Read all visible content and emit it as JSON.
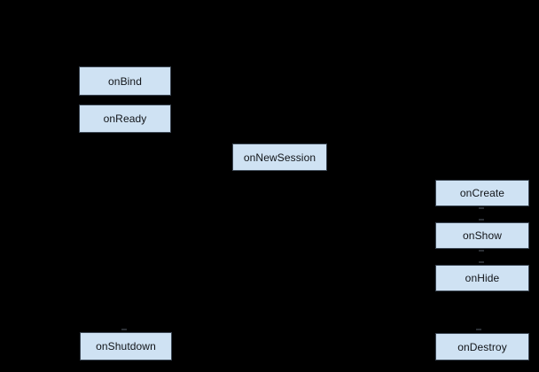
{
  "diagram": {
    "type": "lifecycle-flow",
    "colors": {
      "background": "#000000",
      "box_fill": "#cfe2f3",
      "box_border": "#3c4754",
      "box_text": "#111418",
      "connector_remnant": "#2b2f34"
    },
    "nodes": [
      {
        "id": "onBind",
        "label": "onBind"
      },
      {
        "id": "onReady",
        "label": "onReady"
      },
      {
        "id": "onNewSession",
        "label": "onNewSession"
      },
      {
        "id": "onCreate",
        "label": "onCreate"
      },
      {
        "id": "onShow",
        "label": "onShow"
      },
      {
        "id": "onHide",
        "label": "onHide"
      },
      {
        "id": "onShutdown",
        "label": "onShutdown"
      },
      {
        "id": "onDestroy",
        "label": "onDestroy"
      }
    ]
  }
}
